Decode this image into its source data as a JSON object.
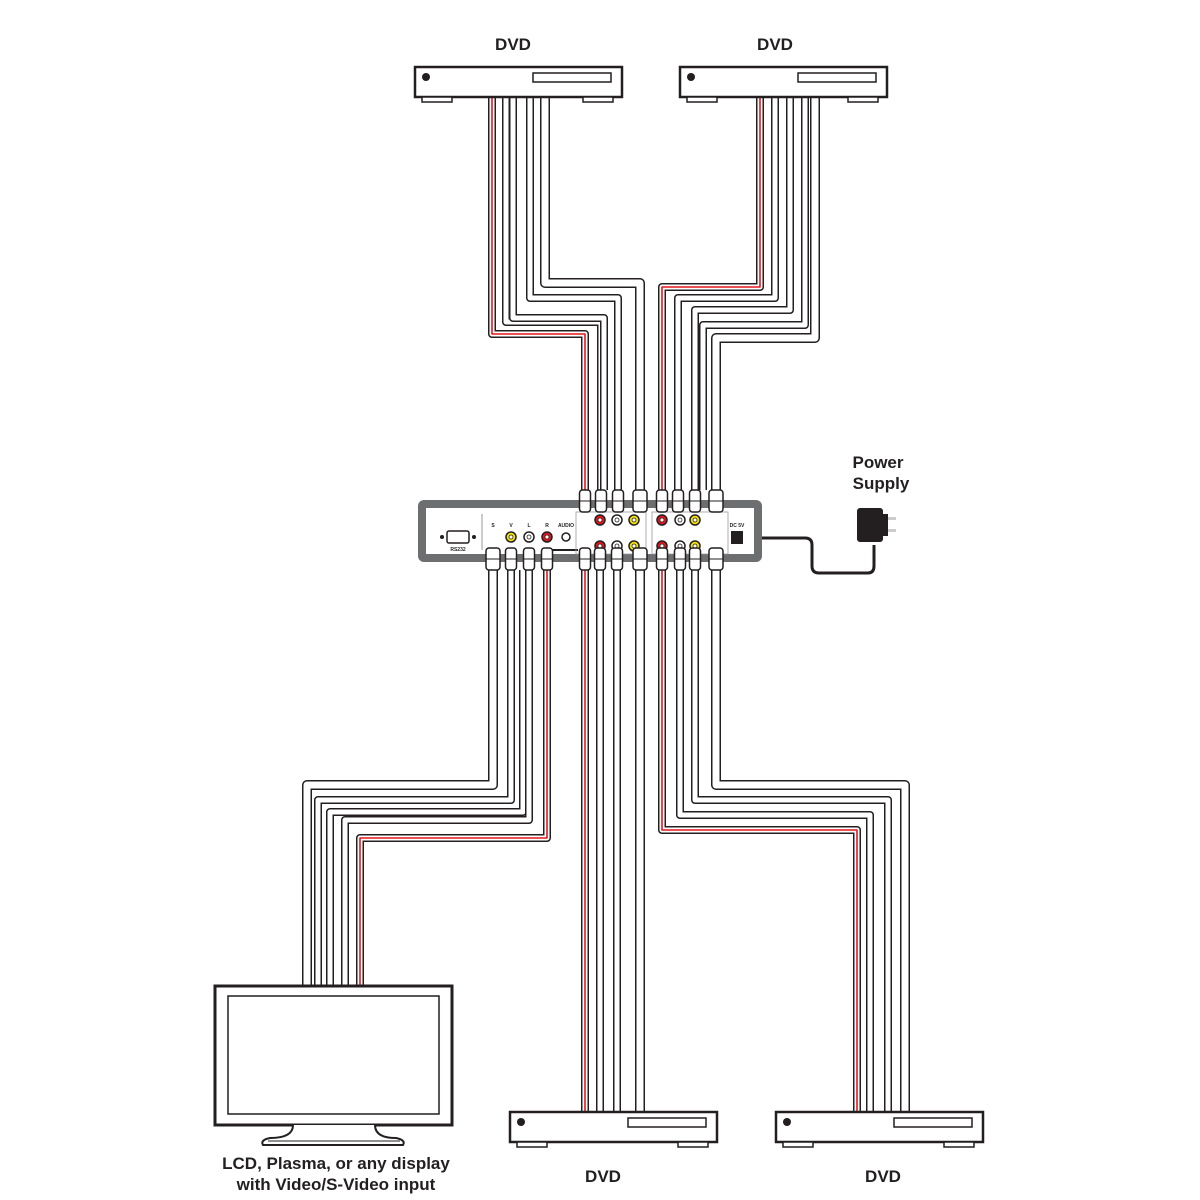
{
  "labels": {
    "dvd_top_left": "DVD",
    "dvd_top_right": "DVD",
    "dvd_bottom_left": "DVD",
    "dvd_bottom_right": "DVD",
    "power_line1": "Power",
    "power_line2": "Supply",
    "display_line1": "LCD, Plasma, or any display",
    "display_line2": "with Video/S-Video input"
  },
  "device": {
    "rs232": "RS232",
    "s": "S",
    "v": "V",
    "l": "L",
    "r": "R",
    "audio": "AUDIO",
    "dc": "DC 5V"
  },
  "colors": {
    "red": "#e4161c",
    "yellow": "#f5e400",
    "line": "#231f20",
    "panel": "#6d6e70"
  }
}
